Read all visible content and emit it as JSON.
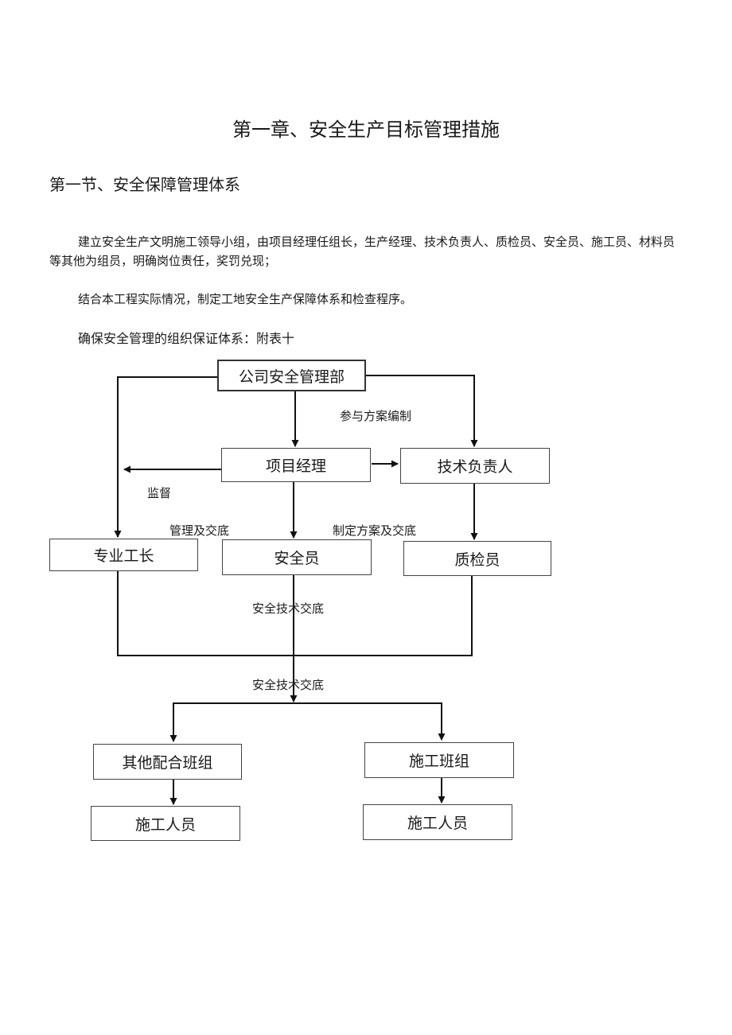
{
  "document": {
    "chapter_title": "第一章、安全生产目标管理措施",
    "section_title": "第一节、安全保障管理体系",
    "paragraphs": [
      "建立安全生产文明施工领导小组，由项目经理任组长，生产经理、技术负责人、质检员、安全员、施工员、材料员等其他为组员，明确岗位责任，奖罚兑现；",
      "结合本工程实际情况，制定工地安全生产保障体系和检查程序。",
      "确保安全管理的组织保证体系：附表十"
    ]
  },
  "org_chart": {
    "boxes": {
      "company_safety_dept": "公司安全管理部",
      "project_manager": "项目经理",
      "technical_lead": "技术负责人",
      "specialty_foreman": "专业工长",
      "safety_officer": "安全员",
      "quality_inspector": "质检员",
      "other_teams": "其他配合班组",
      "construction_team": "施工班组",
      "workers_left": "施工人员",
      "workers_right": "施工人员"
    },
    "labels": {
      "participate_planning": "参与方案编制",
      "supervise": "监督",
      "management_briefing": "管理及交底",
      "plan_briefing": "制定方案及交底",
      "safety_tech_briefing_1": "安全技术交底",
      "safety_tech_briefing_2": "安全技术交底"
    }
  }
}
